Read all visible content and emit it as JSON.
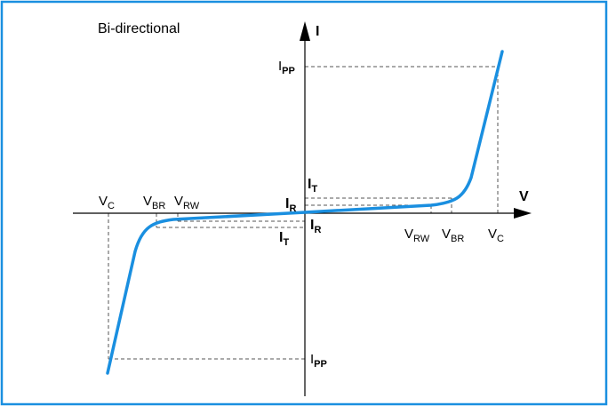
{
  "title": "Bi-directional",
  "axes": {
    "y_label": "I",
    "x_label": "V"
  },
  "labels": {
    "ipp_top": {
      "main": "I",
      "sub": "PP"
    },
    "ipp_bottom": {
      "main": "I",
      "sub": "PP"
    },
    "it_top": {
      "main": "I",
      "sub": "T"
    },
    "ir_top": {
      "main": "I",
      "sub": "R"
    },
    "ir_bottom": {
      "main": "I",
      "sub": "R"
    },
    "it_bottom": {
      "main": "I",
      "sub": "T"
    },
    "vc_left": {
      "main": "V",
      "sub": "C"
    },
    "vbr_left": {
      "main": "V",
      "sub": "BR"
    },
    "vrw_left": {
      "main": "V",
      "sub": "RW"
    },
    "vrw_right": {
      "main": "V",
      "sub": "RW"
    },
    "vbr_right": {
      "main": "V",
      "sub": "BR"
    },
    "vc_right": {
      "main": "V",
      "sub": "C"
    }
  },
  "colors": {
    "frame": "#1a8fe0",
    "curve": "#1a8fe0",
    "axis": "#000000",
    "guide": "#555555"
  }
}
